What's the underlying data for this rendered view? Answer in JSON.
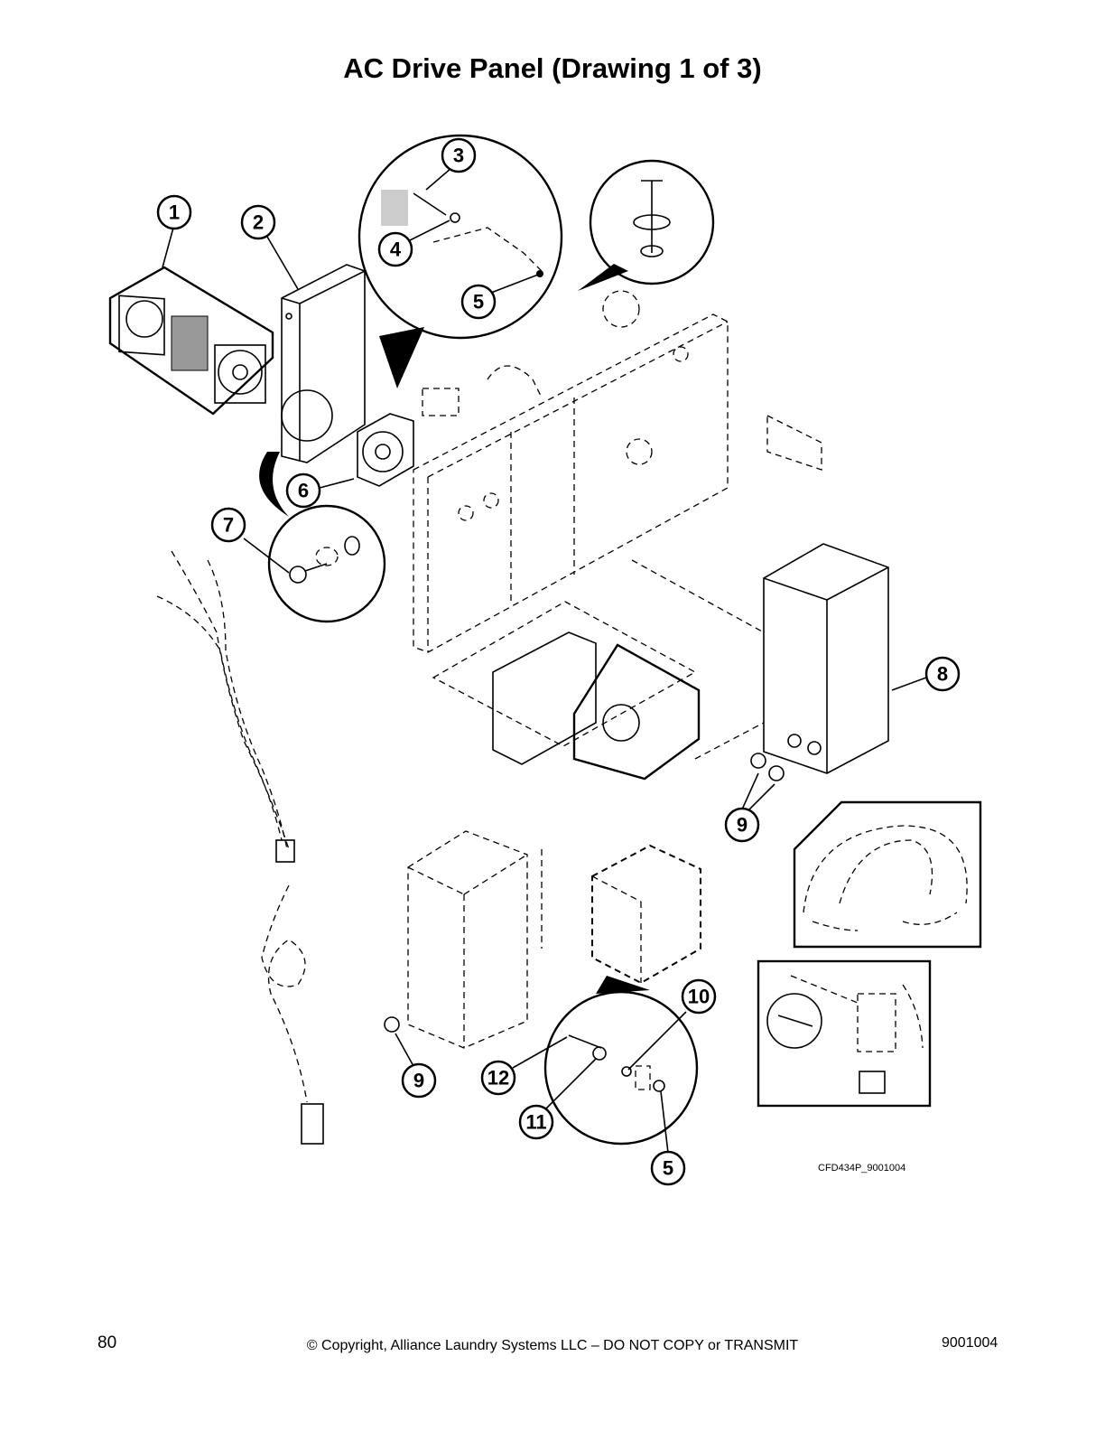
{
  "page": {
    "title": "AC Drive Panel (Drawing 1 of 3)",
    "drawing_ref": "CFD434P_9001004",
    "footer": {
      "page_number": "80",
      "copyright": "© Copyright, Alliance Laundry Systems LLC – DO NOT COPY or TRANSMIT",
      "document_number": "9001004"
    }
  },
  "callouts": [
    "1",
    "2",
    "3",
    "4",
    "5",
    "6",
    "7",
    "8",
    "9",
    "10",
    "11",
    "12"
  ]
}
